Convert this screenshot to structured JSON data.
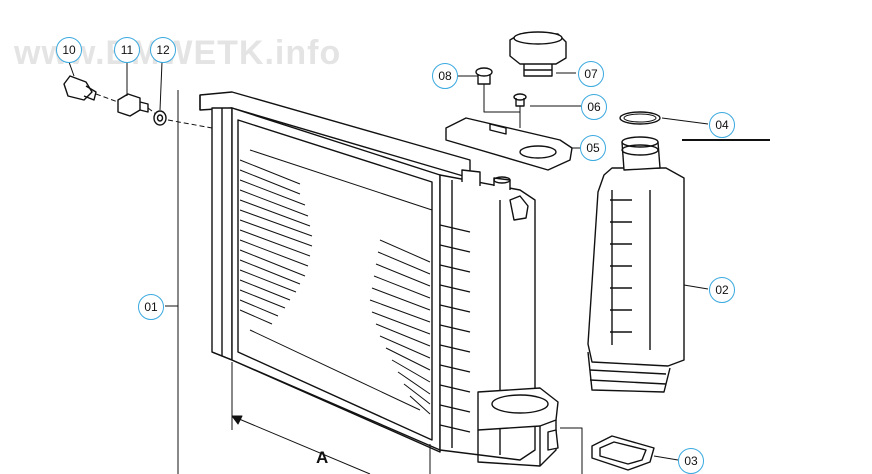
{
  "watermark": "www.BMWETK.info",
  "callouts": [
    {
      "id": "c01",
      "label": "01"
    },
    {
      "id": "c02",
      "label": "02"
    },
    {
      "id": "c03",
      "label": "03"
    },
    {
      "id": "c04",
      "label": "04"
    },
    {
      "id": "c05",
      "label": "05"
    },
    {
      "id": "c06",
      "label": "06"
    },
    {
      "id": "c07",
      "label": "07"
    },
    {
      "id": "c08",
      "label": "08"
    },
    {
      "id": "c10",
      "label": "10"
    },
    {
      "id": "c11",
      "label": "11"
    },
    {
      "id": "c12",
      "label": "12"
    }
  ],
  "dimension_label": "A",
  "colors": {
    "callout_border": "#3aa9df",
    "line": "#111111"
  }
}
